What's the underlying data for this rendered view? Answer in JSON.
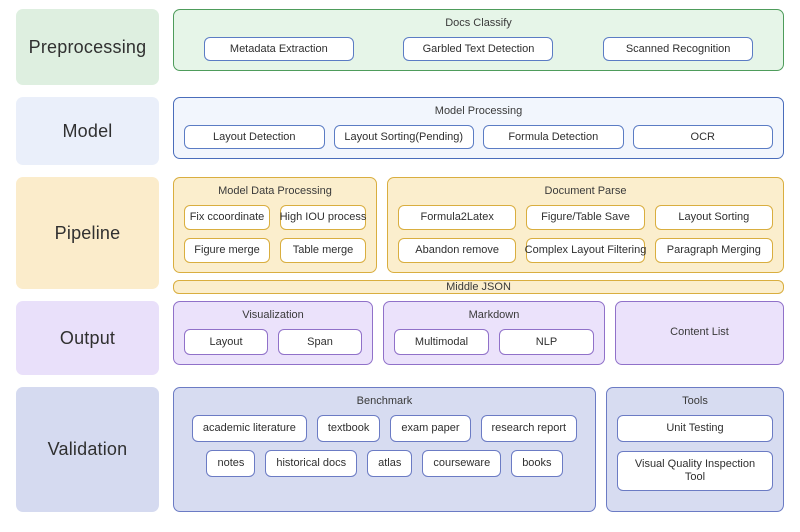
{
  "stages": [
    {
      "label": "Preprocessing",
      "groups": [
        {
          "title": "Docs Classify",
          "chips": [
            "Metadata Extraction",
            "Garbled Text Detection",
            "Scanned Recognition"
          ]
        }
      ]
    },
    {
      "label": "Model",
      "groups": [
        {
          "title": "Model Processing",
          "chips": [
            "Layout Detection",
            "Layout Sorting(Pending)",
            "Formula Detection",
            "OCR"
          ]
        }
      ]
    },
    {
      "label": "Pipeline",
      "groups": [
        {
          "title": "Model Data Processing",
          "row1": [
            "Fix ccoordinate",
            "High IOU process"
          ],
          "row2": [
            "Figure merge",
            "Table merge"
          ]
        },
        {
          "title": "Document Parse",
          "row1": [
            "Formula2Latex",
            "Figure/Table Save",
            "Layout Sorting"
          ],
          "row2": [
            "Abandon remove",
            "Complex Layout Filtering",
            "Paragraph Merging"
          ]
        }
      ],
      "band": "Middle JSON"
    },
    {
      "label": "Output",
      "groups": [
        {
          "title": "Visualization",
          "chips": [
            "Layout",
            "Span"
          ]
        },
        {
          "title": "Markdown",
          "chips": [
            "Multimodal",
            "NLP"
          ]
        },
        {
          "title": "",
          "text": "Content List"
        }
      ]
    },
    {
      "label": "Validation",
      "groups": [
        {
          "title": "Benchmark",
          "row1": [
            "academic literature",
            "textbook",
            "exam paper",
            "research report"
          ],
          "row2": [
            "notes",
            "historical docs",
            "atlas",
            "courseware",
            "books"
          ]
        },
        {
          "title": "Tools",
          "chips": [
            "Unit Testing",
            "Visual Quality Inspection Tool"
          ]
        }
      ]
    }
  ],
  "colors": {
    "preprocessing_label_bg": "#deefe0",
    "preprocessing_border": "#4e9c5b",
    "model_label_bg": "#eaeffa",
    "model_border": "#4a6dbb",
    "pipeline_label_bg": "#fbeccb",
    "pipeline_border": "#d9ae3f",
    "output_label_bg": "#e9e0fa",
    "output_border": "#9071c9",
    "validation_label_bg": "#d5daf0",
    "validation_border": "#6b7bc4",
    "chip_border_blue": "#5b7cc4",
    "page_bg": "#ffffff"
  }
}
